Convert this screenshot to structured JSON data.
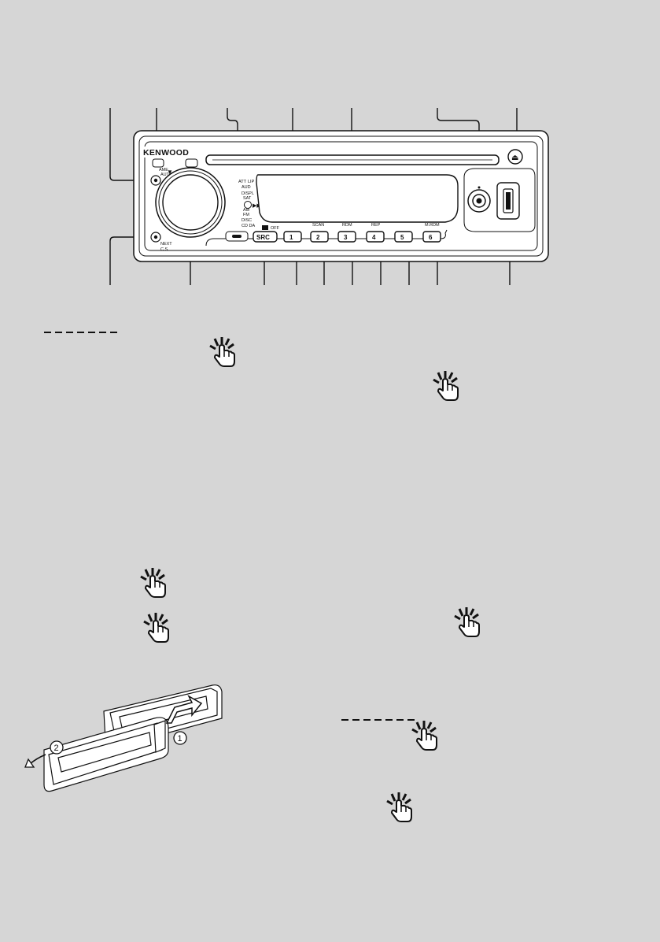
{
  "faceplate": {
    "brand": "KENWOOD",
    "left_labels": {
      "ame": "AME",
      "auto": "AUTO"
    },
    "side_labels": [
      "ATT",
      "LIP",
      "AUD",
      "DISPL",
      "SAT",
      "AM",
      "FM",
      "DISC",
      "CD DA"
    ],
    "lower_left_labels": [
      "NEXT",
      "C.S."
    ],
    "src_button": "SRC",
    "off_label": "OFF",
    "preset_buttons": [
      "1",
      "2",
      "3",
      "4",
      "5",
      "6"
    ],
    "preset_labels": {
      "p2": "SCAN",
      "p3": "RDM",
      "p4": "REP",
      "p6": "M.RDM"
    }
  },
  "removal_figure": {
    "step1": "1",
    "step2": "2"
  },
  "icon_names": [
    "press-hand-icon"
  ]
}
